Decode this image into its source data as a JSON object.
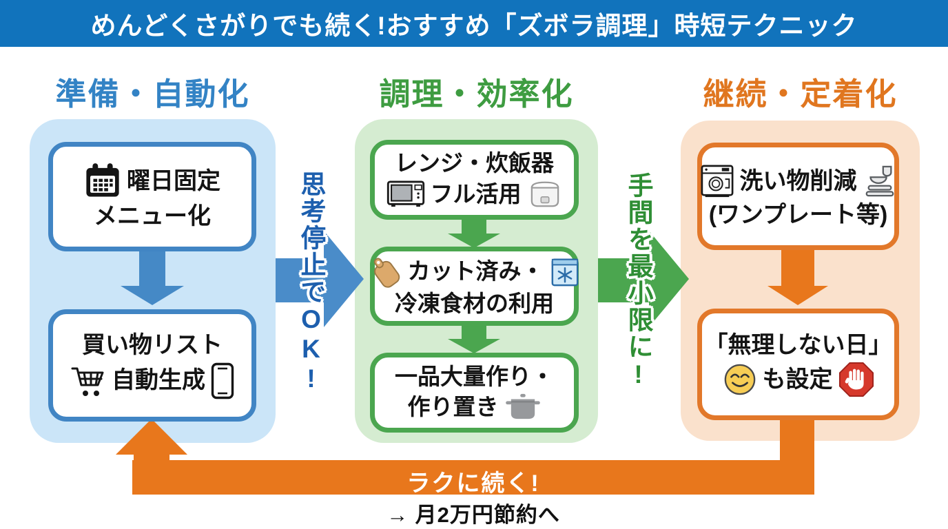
{
  "title": "めんどくさがりでも続く!おすすめ「ズボラ調理」時短テクニック",
  "colors": {
    "banner_bg": "#1173BC",
    "prep_accent": "#3383C5",
    "prep_panel_bg": "#CBE5F8",
    "cook_accent": "#3E9C41",
    "cook_panel_bg": "#D5ECD1",
    "cont_accent": "#E0761F",
    "cont_panel_bg": "#FAE1CC",
    "loop_arrow": "#E8771C"
  },
  "columns": [
    {
      "header": "準備・自動化",
      "boxes": [
        {
          "lines": [
            "曜日固定",
            "メニュー化"
          ],
          "icons": [
            "calendar-icon"
          ]
        },
        {
          "lines": [
            "買い物リスト",
            "自動生成"
          ],
          "icons": [
            "shopping-cart-icon",
            "smartphone-icon"
          ]
        }
      ]
    },
    {
      "header": "調理・効率化",
      "boxes": [
        {
          "lines": [
            "レンジ・炊飯器",
            "フル活用"
          ],
          "icons": [
            "microwave-icon",
            "rice-cooker-icon"
          ]
        },
        {
          "lines": [
            "カット済み・",
            "冷凍食材の利用"
          ],
          "icons": [
            "cutting-board-icon",
            "frozen-food-icon"
          ]
        },
        {
          "lines": [
            "一品大量作り・",
            "作り置き"
          ],
          "icons": [
            "pot-icon"
          ]
        }
      ]
    },
    {
      "header": "継続・定着化",
      "boxes": [
        {
          "lines": [
            "洗い物削減",
            "(ワンプレート等)"
          ],
          "icons": [
            "dishwasher-icon",
            "dishes-stack-icon"
          ]
        },
        {
          "lines": [
            "「無理しない日」",
            "も設定"
          ],
          "icons": [
            "smiley-icon",
            "stop-hand-icon"
          ]
        }
      ]
    }
  ],
  "connectors": [
    {
      "label": "思考停止でOK!"
    },
    {
      "label": "手間を最小限に!"
    }
  ],
  "loop_arrow": {
    "label": "ラクに続く!"
  },
  "footnote": "→ 月2万円節約へ"
}
